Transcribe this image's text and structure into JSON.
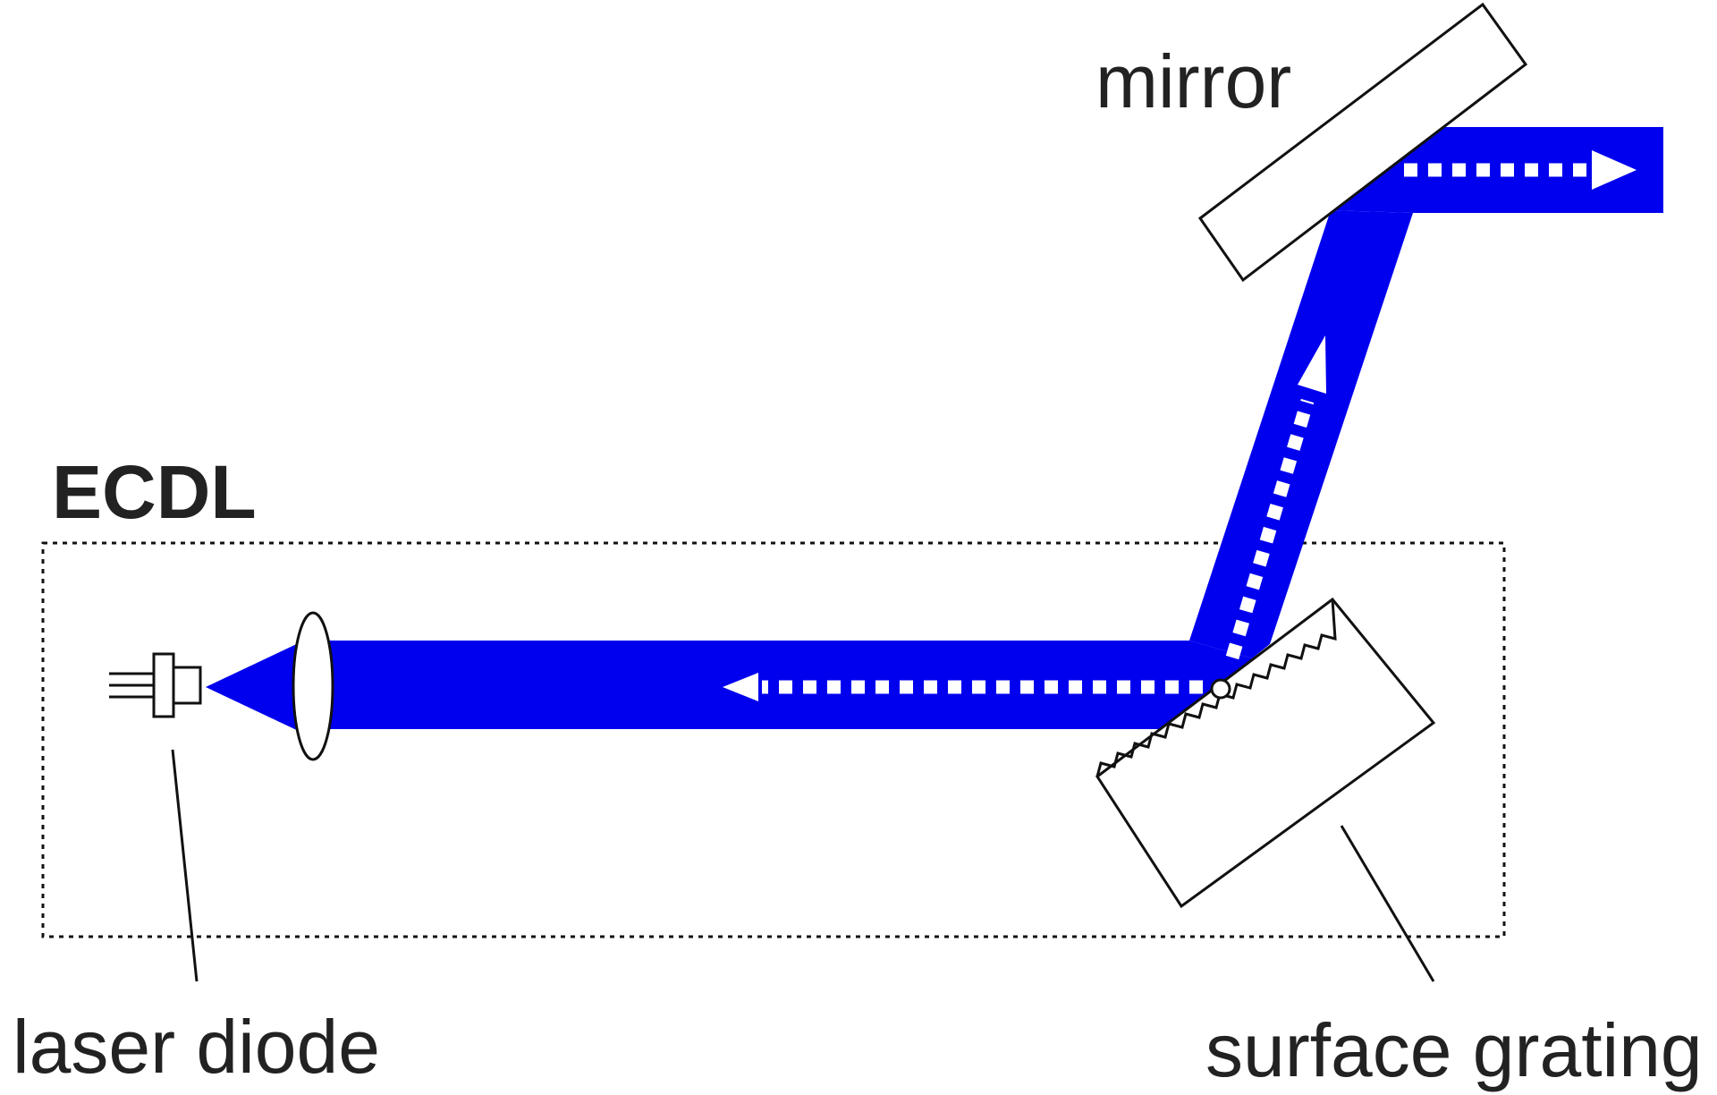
{
  "labels": {
    "mirror": "mirror",
    "ecdl": "ECDL",
    "laser_diode": "laser diode",
    "surface_grating": "surface grating"
  },
  "colors": {
    "beam": "#0000ee",
    "outline": "#111111",
    "arrow": "#ffffff",
    "background": "#ffffff"
  }
}
